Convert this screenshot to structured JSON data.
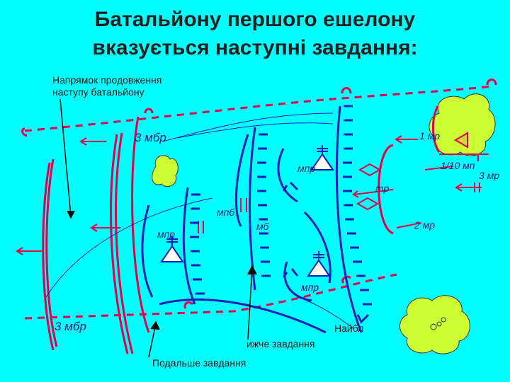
{
  "title": {
    "line1": "Батальйону першого ешелону",
    "line2": "вказується наступні завдання:"
  },
  "labels": {
    "direction": [
      "Напрямок продовження",
      "наступу батальйону"
    ],
    "mbr_top": "3 мбр",
    "mbr_bottom": "3 мбр",
    "mr_1": "1 мр",
    "mp_110": "1/10 мп",
    "mr_3": "3 мр",
    "mpr_top": "мпр",
    "mpr_left": "мпр",
    "mpr_bottom": "мпр",
    "tr": "тр",
    "mpb": "мпб",
    "mb": "мб",
    "mr_2": "2 мр",
    "nearest_task_1": "Найбл",
    "nearest_task_2": "ижче  завдання",
    "further_task": "Подальше завдання"
  },
  "colors": {
    "background": "#00FFFF",
    "friendly": "#E0004C",
    "enemy": "#0A1FBF",
    "forest": "#CCFF33"
  }
}
